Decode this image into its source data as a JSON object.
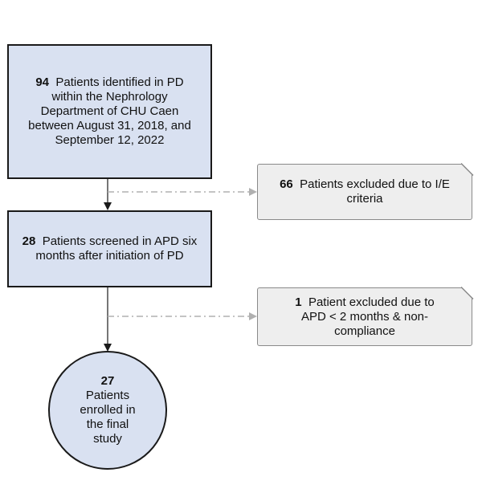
{
  "nodes": {
    "identified": {
      "count": "94",
      "text": "Patients identified in PD within the Nephrology Department of CHU Caen between August 31, 2018, and September 12, 2022"
    },
    "excluded_ie": {
      "count": "66",
      "text": "Patients excluded due to I/E criteria"
    },
    "screened": {
      "count": "28",
      "text": "Patients screened in APD six months after initiation of PD"
    },
    "excluded_apd": {
      "count": "1",
      "text": "Patient excluded due to APD < 2 months & non-compliance"
    },
    "enrolled": {
      "count": "27",
      "text": "Patients enrolled in the final study"
    }
  },
  "colors": {
    "main_fill": "#d9e1f1",
    "exclusion_fill": "#eeeeee",
    "main_border": "#1a1a1a",
    "exclusion_border": "#8a8a8a",
    "dashed_arrow": "#b0b0b0"
  }
}
